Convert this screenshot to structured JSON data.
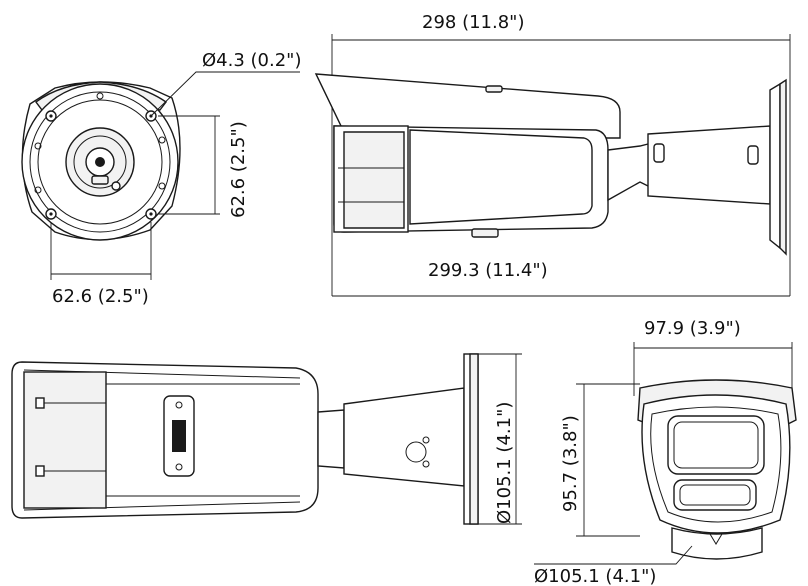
{
  "dimensions": {
    "front_hole_diameter": "Ø4.3 (0.2\")",
    "front_hole_spacing_vertical": "62.6 (2.5\")",
    "front_hole_spacing_horizontal": "62.6 (2.5\")",
    "side_total_length": "298 (11.8\")",
    "side_body_length": "299.3 (11.4\")",
    "bottom_base_diameter": "Ø105.1 (4.1\")",
    "rear_width": "97.9 (3.9\")",
    "rear_height": "95.7 (3.8\")",
    "rear_base_diameter": "Ø105.1 (4.1\")"
  },
  "colors": {
    "line": "#1a1a1a",
    "background": "#ffffff",
    "panel": "#f2f2f2"
  }
}
